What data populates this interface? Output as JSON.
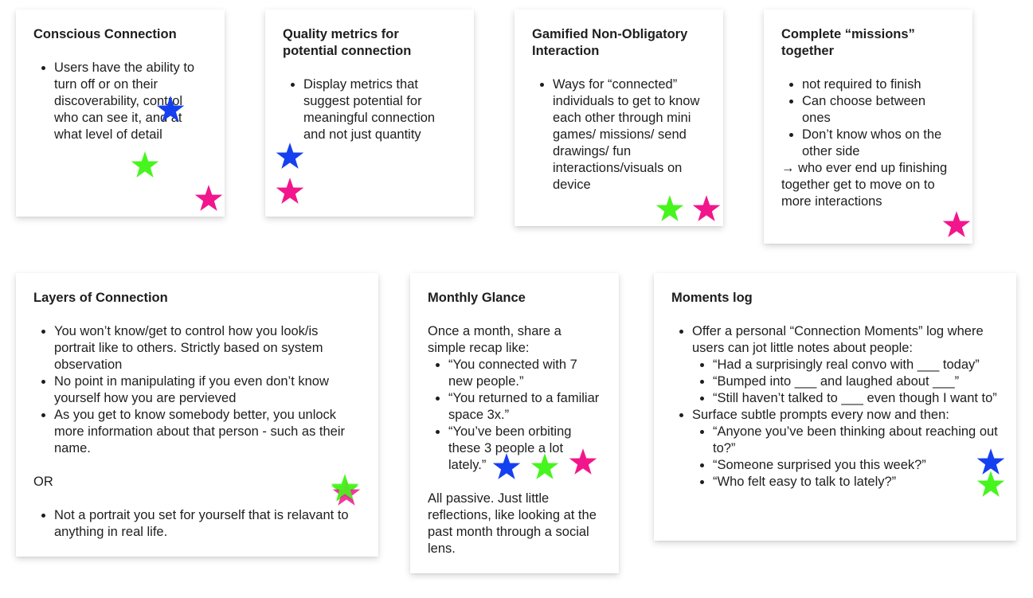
{
  "colors": {
    "blue": "#1540f0",
    "green": "#47f51e",
    "pink": "#f2168c"
  },
  "cards": [
    {
      "title": "Conscious Connection",
      "bullets": [
        "Users have the ability to turn off or on their discoverability, control who can see it, and at what level of detail"
      ]
    },
    {
      "title": "Quality metrics for potential connection",
      "bullets": [
        "Display metrics that suggest potential for meaningful connection and not just quantity"
      ]
    },
    {
      "title": "Gamified Non-Obligatory Interaction",
      "bullets": [
        "Ways for “connected” individuals to get to know each other through mini games/ missions/ send drawings/  fun interactions/visuals on device"
      ]
    },
    {
      "title": "Complete “missions” together",
      "bullets": [
        "not required to finish",
        "Can choose between ones",
        "Don’t know whos on the other side"
      ],
      "after": "→ who ever end up finishing together get to move on to more interactions"
    },
    {
      "title": "Layers of Connection",
      "bullets": [
        "You won’t know/get to control how you look/is portrait like to others. Strictly based on system observation",
        "No point in manipulating if you even don’t know yourself how you are pervieved",
        "As you get to know somebody better, you unlock more information about that person - such as their name."
      ],
      "or": "OR",
      "bullets2": [
        "Not a portrait you set for yourself that is relavant to anything in real life."
      ]
    },
    {
      "title": "Monthly Glance",
      "intro": "Once a month, share a simple recap like:",
      "bullets": [
        "“You connected with 7 new people.”",
        "“You returned to a familiar space 3x.”",
        "“You’ve been orbiting these 3 people a lot lately.”"
      ],
      "outro": "All passive. Just little reflections, like looking at the past month through a social lens."
    },
    {
      "title": "Moments log",
      "bullet1": "Offer a personal “Connection Moments” log where users can jot little notes about people:",
      "sub1": [
        "“Had a surprisingly real convo with ___ today”",
        "“Bumped into ___ and laughed about ___”",
        "“Still haven’t talked to ___ even though I want to”"
      ],
      "bullet2": "Surface subtle prompts every now and then:",
      "sub2": [
        "“Anyone you’ve been thinking about reaching out to?”",
        "“Someone surprised you this week?”",
        "“Who felt easy to talk to lately?”"
      ]
    }
  ]
}
